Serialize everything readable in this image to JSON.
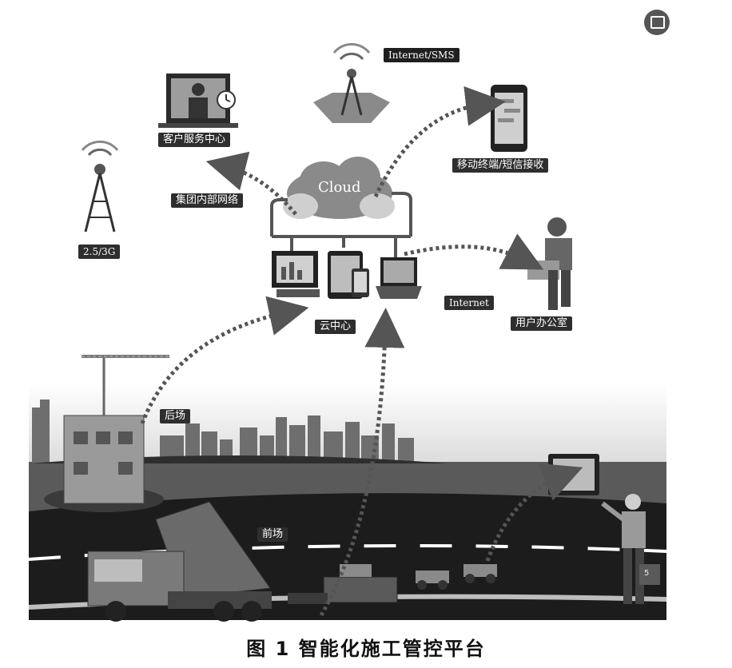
{
  "labels": {
    "internet_sms": "Internet/SMS",
    "customer_service": "客户服务中心",
    "mobile_terminal": "移动终端/短信接收",
    "group_network": "集团内部网络",
    "cloud": "Cloud",
    "network_25_3g": "2.5/3G",
    "cloud_center": "云中心",
    "internet": "Internet",
    "user_office": "用户办公室",
    "backyard": "后场",
    "front_site": "前场",
    "page_number": "5"
  },
  "caption": "图 1  智能化施工管控平台",
  "colors": {
    "label_bg": "#2e2e2e",
    "arrow": "#555555",
    "ground": "#555555",
    "road": "#1a1a1a",
    "cloud": "#8a8a8a"
  },
  "icons": [
    "cell-tower-icon",
    "support-agent-icon",
    "smartphone-icon",
    "cloud-icon",
    "server-devices-icon",
    "office-user-icon",
    "building-crane-icon",
    "dump-truck-icon",
    "paver-icon",
    "roller-icon",
    "tablet-icon",
    "engineer-icon",
    "city-skyline-icon"
  ]
}
